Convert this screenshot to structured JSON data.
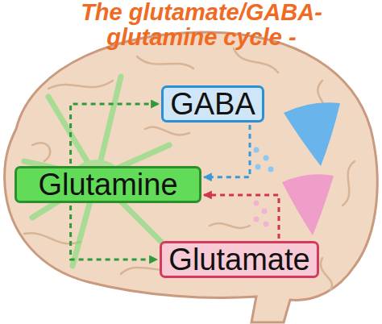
{
  "diagram": {
    "title": "The glutamate/GABA- glutamine cycle -",
    "nodes": [
      {
        "text": [
          "GABA"
        ]
      },
      {
        "text": [
          "Glutamine"
        ]
      },
      {
        "text": [
          "Glutamate"
        ]
      }
    ],
    "edges": [
      {
        "from": 1,
        "to": 0,
        "arrow": "to"
      },
      {
        "from": 1,
        "to": 2,
        "arrow": "to"
      },
      {
        "from": 0,
        "to": 1,
        "arrow": "to"
      },
      {
        "from": 2,
        "to": 1,
        "arrow": "to"
      }
    ]
  }
}
